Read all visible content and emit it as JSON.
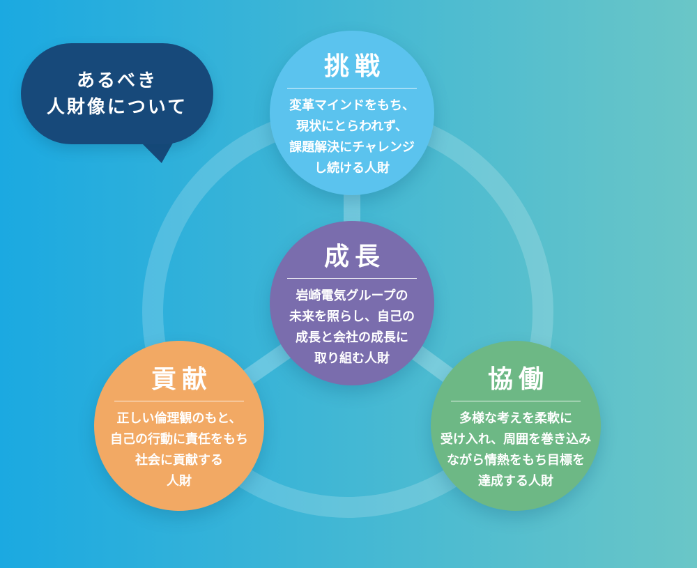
{
  "background": {
    "gradient_left": "#1BA9E1",
    "gradient_right": "#6AC6C7",
    "ring_color": "rgba(255,255,255,0.18)",
    "connector_color": "rgba(255,255,255,0.25)"
  },
  "title_bubble": {
    "text": "あるべき\n人財像について",
    "bg_color": "#17497A",
    "text_color": "#FFFFFF"
  },
  "circles": {
    "challenge": {
      "title": "挑戦",
      "description": "変革マインドをもち、\n現状にとらわれず、\n課題解決にチャレンジ\nし続ける人財",
      "color": "#5BC3EE"
    },
    "growth": {
      "title": "成長",
      "description": "岩崎電気グループの\n未来を照らし、自己の\n成長と会社の成長に\n取り組む人財",
      "color": "#7A6DAD"
    },
    "contribution": {
      "title": "貢献",
      "description": "正しい倫理観のもと、\n自己の行動に責任をもち\n社会に貢献する\n人財",
      "color": "#F2A964"
    },
    "collaboration": {
      "title": "協働",
      "description": "多様な考えを柔軟に\n受け入れ、周囲を巻き込み\nながら情熱をもち目標を\n達成する人財",
      "color": "#6DB885"
    }
  }
}
